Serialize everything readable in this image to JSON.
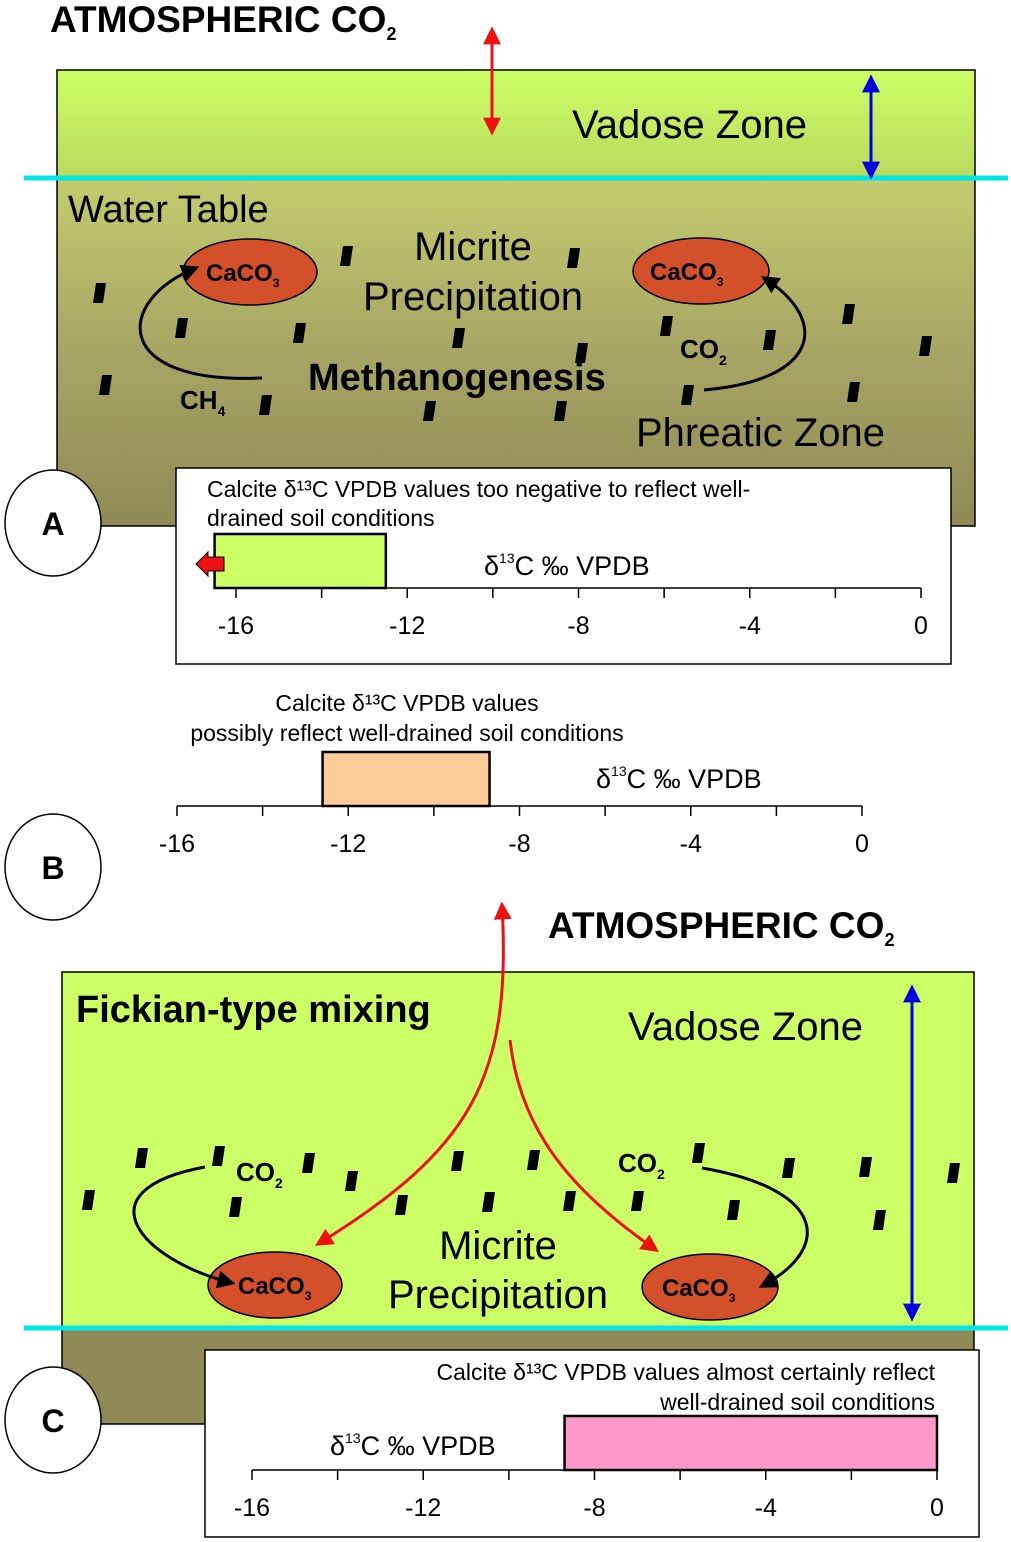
{
  "panel_a": {
    "label": "A",
    "atmospheric": {
      "main": "ATMOSPHERIC CO",
      "sub": "2"
    },
    "vadose_zone": "Vadose Zone",
    "water_table": "Water Table",
    "micrite_line1": "Micrite",
    "micrite_line2": "Precipitation",
    "methanogenesis": "Methanogenesis",
    "phreatic_zone": "Phreatic Zone",
    "caco3_main": "CaCO",
    "caco3_sub": "3",
    "ch4_main": "CH",
    "ch4_sub": "4",
    "co2_main": "CO",
    "co2_sub": "2",
    "caption_line1": "Calcite δ¹³C VPDB values too negative to reflect well-",
    "caption_line2": "drained soil conditions",
    "axis_label_main": "δ",
    "axis_label_sup": "13",
    "axis_label_rest": "C ‰ VPDB",
    "ticks": [
      "-16",
      "-12",
      "-8",
      "-4",
      "0"
    ],
    "range": [
      -16.5,
      -12.5
    ],
    "range_color": "#ccff66",
    "extends_beyond_min": true
  },
  "panel_b": {
    "label": "B",
    "caption_line1": "Calcite δ¹³C VPDB values",
    "caption_line2": "possibly reflect well-drained soil conditions",
    "axis_label_main": "δ",
    "axis_label_sup": "13",
    "axis_label_rest": "C ‰ VPDB",
    "ticks": [
      "-16",
      "-12",
      "-8",
      "-4",
      "0"
    ],
    "range": [
      -12.6,
      -8.7
    ],
    "range_color": "#ffcc99"
  },
  "panel_c": {
    "label": "C",
    "atmospheric": {
      "main": "ATMOSPHERIC CO",
      "sub": "2"
    },
    "fickian": "Fickian-type mixing",
    "vadose_zone": "Vadose Zone",
    "micrite_line1": "Micrite",
    "micrite_line2": "Precipitation",
    "caco3_main": "CaCO",
    "caco3_sub": "3",
    "co2_main": "CO",
    "co2_sub": "2",
    "caption_line1": "Calcite δ¹³C VPDB values almost certainly reflect",
    "caption_line2": "well-drained soil conditions",
    "axis_label_main": "δ",
    "axis_label_sup": "13",
    "axis_label_rest": "C ‰ VPDB",
    "ticks": [
      "-16",
      "-12",
      "-8",
      "-4",
      "0"
    ],
    "range": [
      -8.7,
      0
    ],
    "range_color": "#ff99cc"
  },
  "colors": {
    "vadose": "#ccff66",
    "phreatic_top": "#b8bf66",
    "phreatic_bottom": "#8f8a55",
    "water_table_line": "#00e5e5",
    "caco3_fill": "#d4502a",
    "red_arrow": "#ee1111",
    "blue_arrow": "#0000dd"
  }
}
